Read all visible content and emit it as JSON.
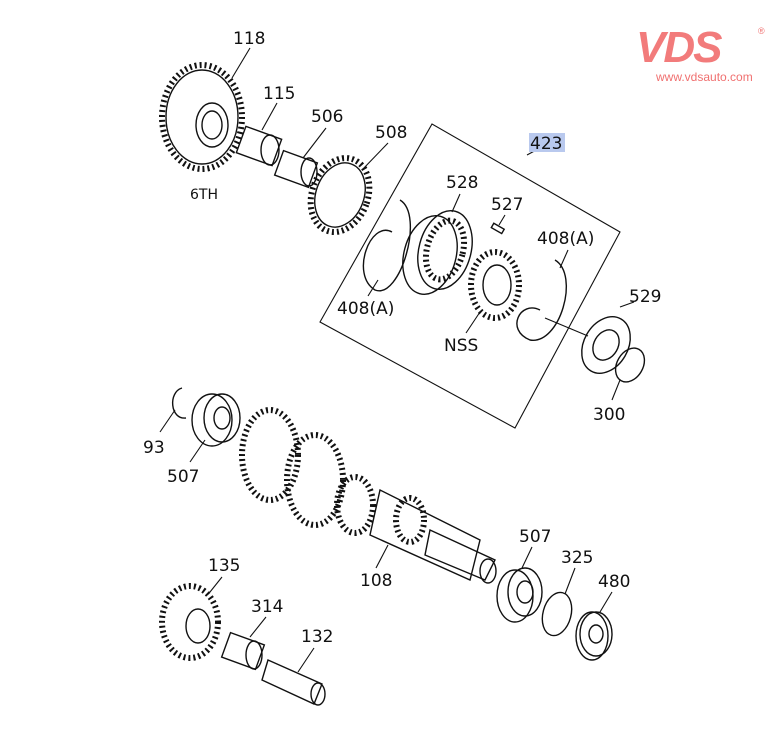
{
  "logo": {
    "brand": "VDS",
    "registered": "®",
    "url": "www.vdsauto.com"
  },
  "labels": {
    "p118": "118",
    "p115": "115",
    "p506": "506",
    "p508": "508",
    "sixth": "6TH",
    "p423": "423",
    "p528": "528",
    "p527": "527",
    "p408a_right": "408(A)",
    "p408a_left": "408(A)",
    "nss": "NSS",
    "p529": "529",
    "p300": "300",
    "p93": "93",
    "p507_left": "507",
    "p108": "108",
    "p507_right": "507",
    "p325": "325",
    "p480": "480",
    "p135": "135",
    "p314": "314",
    "p132": "132"
  },
  "colors": {
    "highlight": "#b9c9ee",
    "brand": "#f27b7b"
  }
}
